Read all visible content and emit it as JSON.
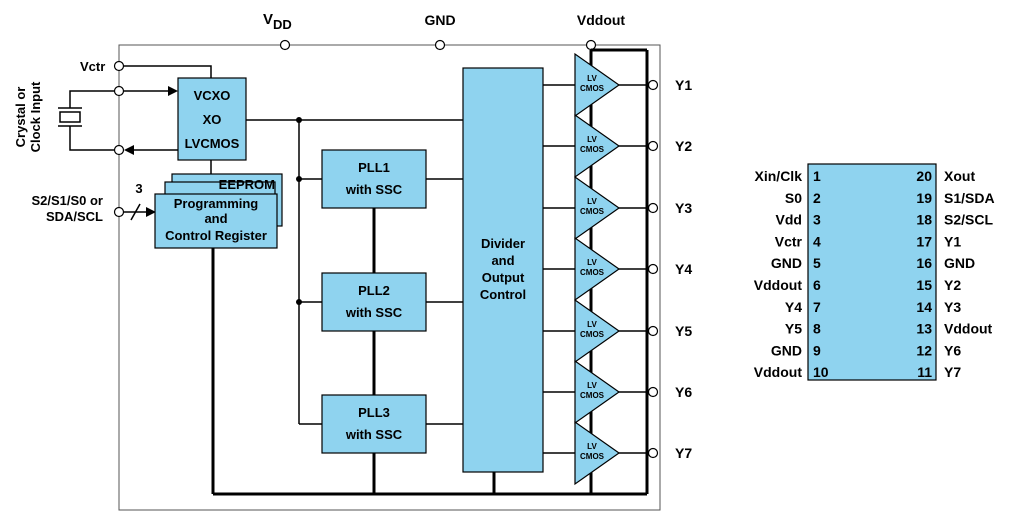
{
  "supply": {
    "vdd": "V",
    "vdd_sub": "DD",
    "gnd": "GND",
    "vddout": "Vddout"
  },
  "inputs": {
    "vctr": "Vctr",
    "crystal_line1": "Crystal or",
    "crystal_line2": "Clock Input",
    "serial_line1": "S2/S1/S0 or",
    "serial_line2": "SDA/SCL",
    "bus_width": "3"
  },
  "blocks": {
    "vcxo_line1": "VCXO",
    "vcxo_line2": "XO",
    "vcxo_line3": "LVCMOS",
    "eeprom": "EEPROM",
    "prog_line1": "Programming",
    "prog_line2": "and",
    "prog_line3": "Control Register",
    "pll1_line1": "PLL1",
    "pll1_line2": "with SSC",
    "pll2_line1": "PLL2",
    "pll2_line2": "with SSC",
    "pll3_line1": "PLL3",
    "pll3_line2": "with SSC",
    "divider_line1": "Divider",
    "divider_line2": "and",
    "divider_line3": "Output",
    "divider_line4": "Control"
  },
  "buffer": {
    "line1": "LV",
    "line2": "CMOS"
  },
  "outputs": [
    "Y1",
    "Y2",
    "Y3",
    "Y4",
    "Y5",
    "Y6",
    "Y7"
  ],
  "pinout": {
    "left": [
      {
        "name": "Xin/Clk",
        "num": "1"
      },
      {
        "name": "S0",
        "num": "2"
      },
      {
        "name": "Vdd",
        "num": "3"
      },
      {
        "name": "Vctr",
        "num": "4"
      },
      {
        "name": "GND",
        "num": "5"
      },
      {
        "name": "Vddout",
        "num": "6"
      },
      {
        "name": "Y4",
        "num": "7"
      },
      {
        "name": "Y5",
        "num": "8"
      },
      {
        "name": "GND",
        "num": "9"
      },
      {
        "name": "Vddout",
        "num": "10"
      }
    ],
    "right": [
      {
        "num": "20",
        "name": "Xout"
      },
      {
        "num": "19",
        "name": "S1/SDA"
      },
      {
        "num": "18",
        "name": "S2/SCL"
      },
      {
        "num": "17",
        "name": "Y1"
      },
      {
        "num": "16",
        "name": "GND"
      },
      {
        "num": "15",
        "name": "Y2"
      },
      {
        "num": "14",
        "name": "Y3"
      },
      {
        "num": "13",
        "name": "Vddout"
      },
      {
        "num": "12",
        "name": "Y6"
      },
      {
        "num": "11",
        "name": "Y7"
      }
    ]
  }
}
